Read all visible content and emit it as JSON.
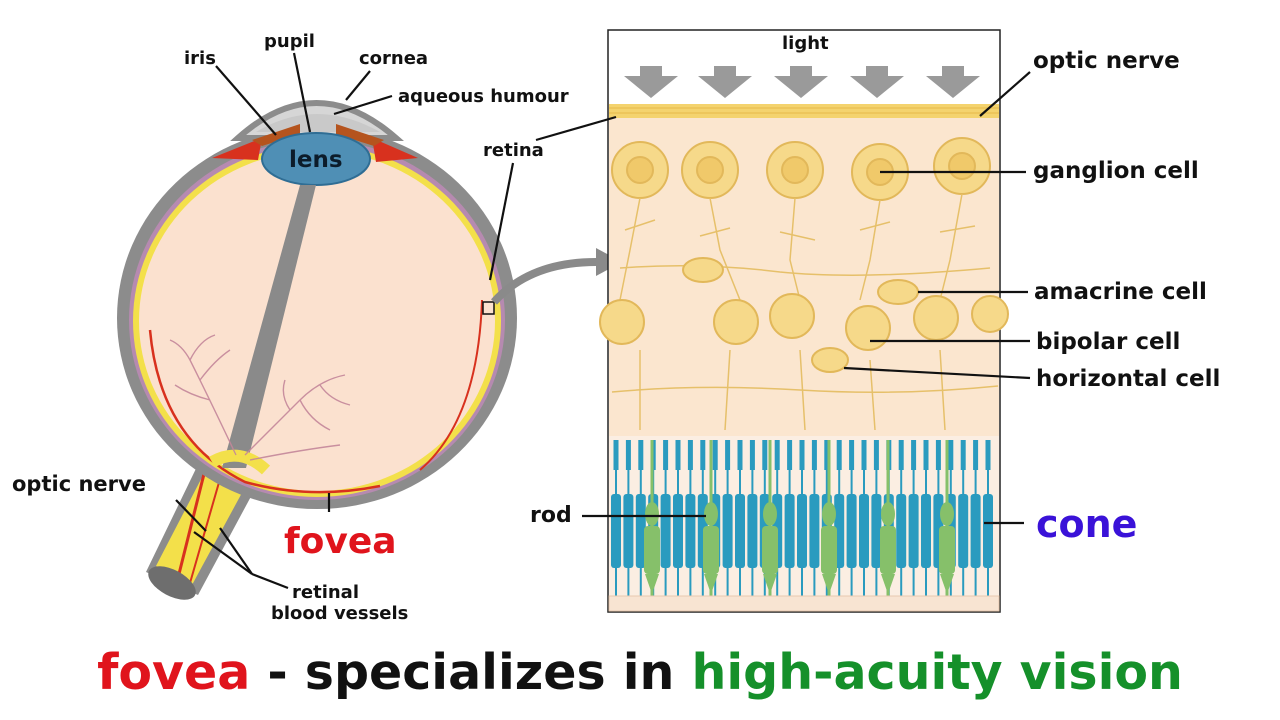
{
  "eye_labels": {
    "iris": "iris",
    "pupil": "pupil",
    "cornea": "cornea",
    "aqueous_humour": "aqueous humour",
    "lens": "lens",
    "retina": "retina",
    "optic_nerve": "optic nerve",
    "fovea": "fovea",
    "retinal_blood_vessels_line1": "retinal",
    "retinal_blood_vessels_line2": "blood vessels"
  },
  "retina_labels": {
    "light": "light",
    "optic_nerve": "optic nerve",
    "ganglion_cell": "ganglion cell",
    "amacrine_cell": "amacrine cell",
    "bipolar_cell": "bipolar cell",
    "horizontal_cell": "horizontal cell",
    "rod": "rod",
    "cone": "cone"
  },
  "caption": {
    "term": "fovea",
    "dash": " - ",
    "middle": "specializes in ",
    "highlight": "high-acuity vision"
  },
  "colors": {
    "fovea_red": "#e0141c",
    "cone_purple": "#3a12d8",
    "caption_green": "#15902a",
    "caption_black": "#111111",
    "eye_fill": "#fbe1cf",
    "sclera_gray": "#8c8c8c",
    "lens_blue": "#4f8fb5",
    "retina_yellow": "#f6dc6a",
    "cell_yellow": "#f6d98a",
    "rod_teal": "#2a9bbf",
    "cone_green": "#86c06a"
  }
}
